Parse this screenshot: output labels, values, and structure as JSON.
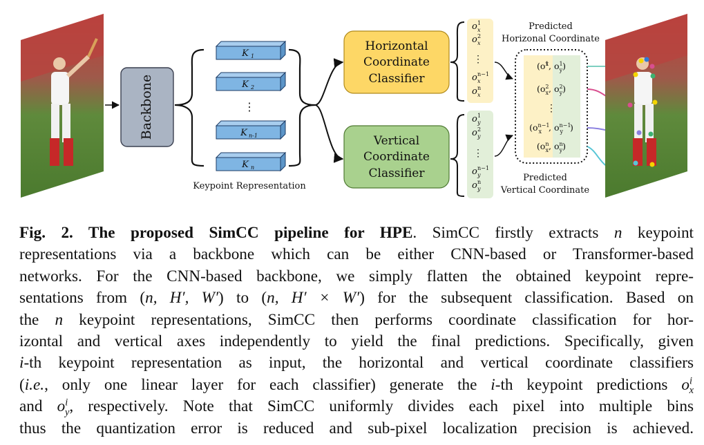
{
  "diagram": {
    "backbone_label": "Backbone",
    "keypoint_tokens": [
      "K",
      "K",
      "K",
      "K"
    ],
    "keypoint_subscripts": [
      "1",
      "2",
      "n-1",
      "n"
    ],
    "keypoint_dots": "⋮",
    "keypoint_representation_label": "Keypoint Representation",
    "horizontal_classifier": [
      "Horizontal",
      "Coordinate",
      "Classifier"
    ],
    "vertical_classifier": [
      "Vertical",
      "Coordinate",
      "Classifier"
    ],
    "predicted_horizontal": [
      "Predicted",
      "Horizonal Coordinate"
    ],
    "predicted_vertical": [
      "Predicted",
      "Vertical Coordinate"
    ],
    "ox_items": [
      "1",
      "2",
      "n−1",
      "n"
    ],
    "oy_items": [
      "1",
      "2",
      "n−1",
      "n"
    ],
    "pair_items": [
      "1",
      "2",
      "n−1",
      "n"
    ],
    "colors": {
      "backbone": "#aab4c3",
      "token": "#7fb5e3",
      "horizontal": "#fdd766",
      "vertical": "#a9d18e",
      "ox_bg": "#fdf1c6",
      "oy_bg": "#e2efd9",
      "link_1": "#7ecfc0",
      "link_2": "#d94e8f",
      "link_3": "#8a7fe0",
      "link_4": "#58c6d6"
    }
  },
  "caption": {
    "fig_label": "Fig. 2. The proposed SimCC pipeline for HPE",
    "l1": ". SimCC firstly extracts ",
    "l1b": " keypoint",
    "l2": "representations via a backbone which can be either CNN-based or Transformer-based",
    "l3": "networks. For the CNN-based backbone, we simply flatten the obtained keypoint repre-",
    "l4a": "sentations from (",
    "l4b": ") to (",
    "l4c": ") for the subsequent classification. Based on",
    "l5a": "the ",
    "l5b": " keypoint representations, SimCC then performs coordinate classification for hor-",
    "l6": "izontal and vertical axes independently to yield the final predictions. Specifically, given",
    "l7a": "-th keypoint representation as input, the horizontal and vertical coordinate classifiers",
    "l8a": "(",
    "l8b": ", only one linear layer for each classifier) generate the ",
    "l8c": "-th keypoint predictions ",
    "l9a": "and ",
    "l9b": ", respectively. Note that SimCC uniformly divides each pixel into multiple bins",
    "l10": "thus the quantization error is reduced and sub-pixel localization precision is achieved.",
    "ie": "i.e.",
    "n": "n",
    "i": "i",
    "shape1": "n, H′, W′",
    "shape2": "n, H′ × W′"
  }
}
